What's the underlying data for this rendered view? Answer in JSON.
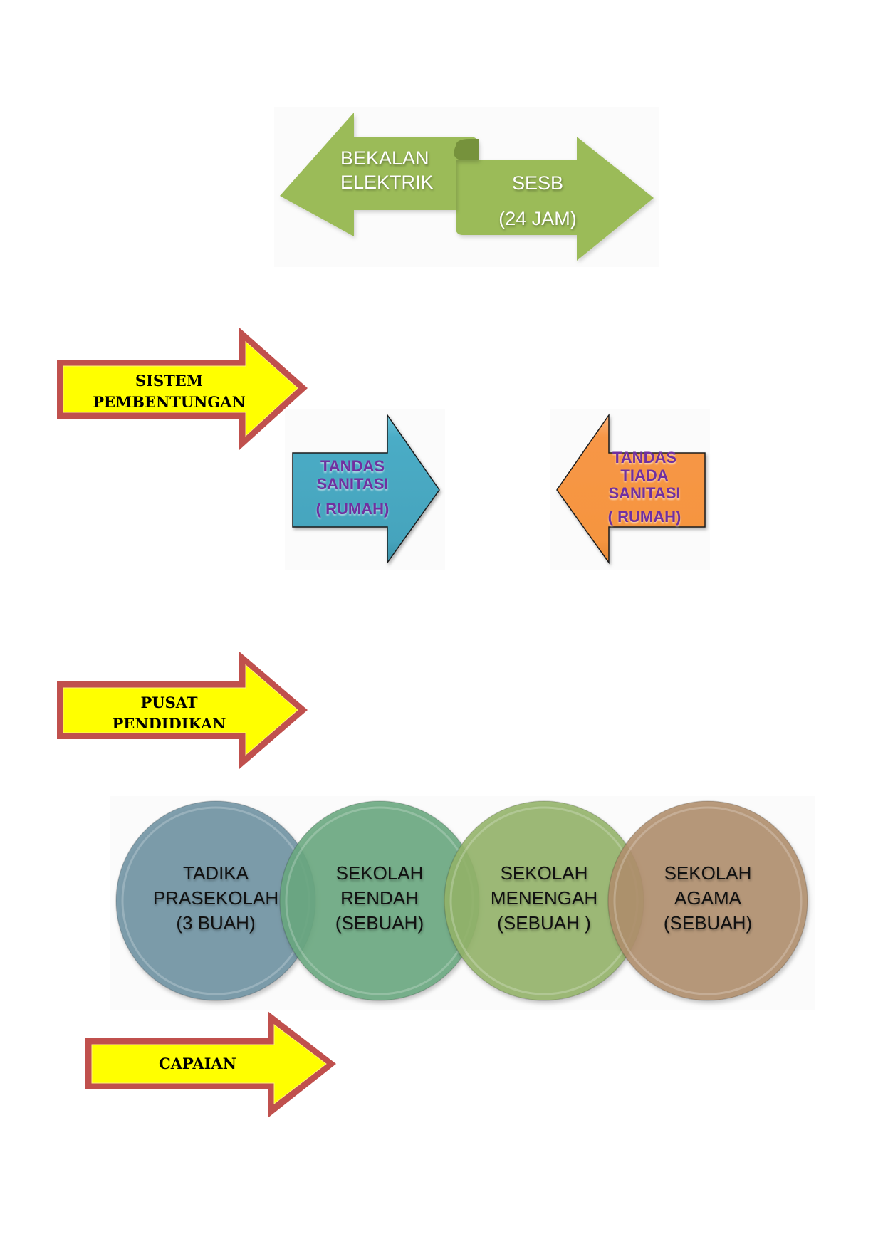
{
  "electricity": {
    "left_label_line1": "BEKALAN",
    "left_label_line2": "ELEKTRIK",
    "right_label_line1": "SESB",
    "right_label_line2": "(24 JAM)",
    "color": "#9bbb59"
  },
  "sewage_header": {
    "line1": "SISTEM",
    "line2": "PEMBENTUNGAN"
  },
  "toilets": {
    "sanitary": {
      "line1": "TANDAS",
      "line2": "SANITASI",
      "line3": "( RUMAH)",
      "color": "#4bacc6"
    },
    "non_sanitary": {
      "line1": "TANDAS",
      "line2": "TIADA",
      "line3": "SANITASI",
      "line4": "( RUMAH)",
      "color": "#f79646"
    },
    "text_color": "#7030a0"
  },
  "education_header": {
    "line1": "PUSAT",
    "line2": "PENDIDIKAN"
  },
  "education_centres": [
    {
      "line1": "TADIKA",
      "line2": "PRASEKOLAH",
      "line3": "(3 BUAH)",
      "color": "#6f93a3"
    },
    {
      "line1": "SEKOLAH",
      "line2": "RENDAH",
      "line3": "(SEBUAH)",
      "color": "#6aa97f"
    },
    {
      "line1": "SEKOLAH",
      "line2": "MENENGAH",
      "line3": "(SEBUAH )",
      "color": "#94b46a"
    },
    {
      "line1": "SEKOLAH",
      "line2": "AGAMA",
      "line3": "(SEBUAH)",
      "color": "#b08e6c"
    }
  ],
  "achievement_header": {
    "line1": "CAPAIAN"
  },
  "banner_colors": {
    "fill": "#ffff00",
    "border": "#c0504d"
  }
}
